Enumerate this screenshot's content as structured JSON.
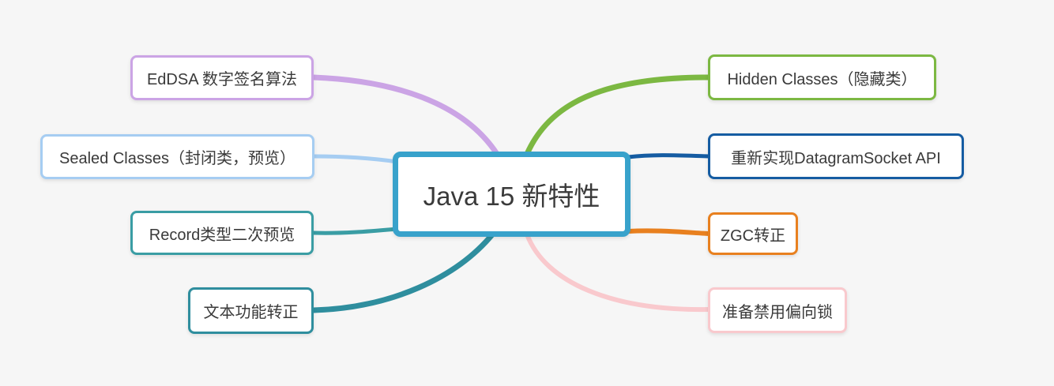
{
  "canvas": {
    "background": "#F6F6F6",
    "node_fill": "#FFFFFF",
    "text_color": "#3A3A3A"
  },
  "root": {
    "label": "Java 15 新特性",
    "color": "#38A2CB"
  },
  "branches": [
    {
      "label": "EdDSA 数字签名算法",
      "side": "left",
      "color": "#CBA4E5"
    },
    {
      "label": "Sealed Classes（封闭类，预览）",
      "side": "left",
      "color": "#A6CDF2"
    },
    {
      "label": "Record类型二次预览",
      "side": "left",
      "color": "#3A9DA4"
    },
    {
      "label": "文本功能转正",
      "side": "left",
      "color": "#2F8E9E"
    },
    {
      "label": "Hidden Classes（隐藏类）",
      "side": "right",
      "color": "#7CB842"
    },
    {
      "label": "重新实现DatagramSocket API",
      "side": "right",
      "color": "#155CA2"
    },
    {
      "label": "ZGC转正",
      "side": "right",
      "color": "#E8801F"
    },
    {
      "label": "准备禁用偏向锁",
      "side": "right",
      "color": "#F9C9CD"
    }
  ]
}
